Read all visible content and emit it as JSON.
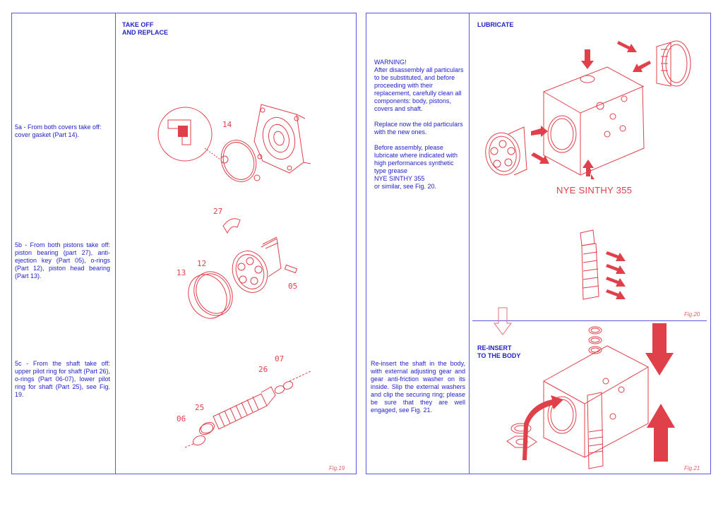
{
  "colors": {
    "text": "#2222c8",
    "border": "#5a5ae0",
    "drawing": "#e0404a"
  },
  "left_page": {
    "heading": "TAKE OFF\nAND REPLACE",
    "step_5a": "5a - From both covers take off: cover gasket (Part 14).",
    "step_5b": "5b - From both pistons take off: piston bearing (part 27), anti- ejection key (Part 05), o-rings (Part 12), piston head bearing (Part 13).",
    "step_5c": "5c - From the shaft take off: upper pilot ring for shaft (Part 26), o-rings (Part 06-07), lower pilot ring for shaft (Part 25), see Fig. 19.",
    "part_labels": {
      "p14": "14",
      "p27": "27",
      "p12": "12",
      "p13": "13",
      "p05": "05",
      "p07": "07",
      "p26": "26",
      "p25": "25",
      "p06": "06"
    },
    "figure_label": "Fig.19"
  },
  "right_page": {
    "heading_lubricate": "LUBRICATE",
    "warning": "WARNING!\nAfter disassembly all particulars to be substituted, and before proceeding with their replacement, carefully clean all components: body, pistons, covers and shaft.\n\nReplace now the old particulars with the new ones.\n\nBefore assembly, please lubricate where indicated with high performances synthetic type grease\nNYE SINTHY 355\nor similar, see Fig. 20.",
    "grease_label": "NYE SINTHY 355",
    "figure_20": "Fig.20",
    "heading_reinsert": "RE-INSERT\nTO THE BODY",
    "reinsert_text": "Re-insert the shaft in the body, with external adjusting gear and gear anti-friction washer on its inside. Slip the external washers and clip the securing ring; please be sure that they are well engaged, see Fig. 21.",
    "figure_21": "Fig.21"
  }
}
